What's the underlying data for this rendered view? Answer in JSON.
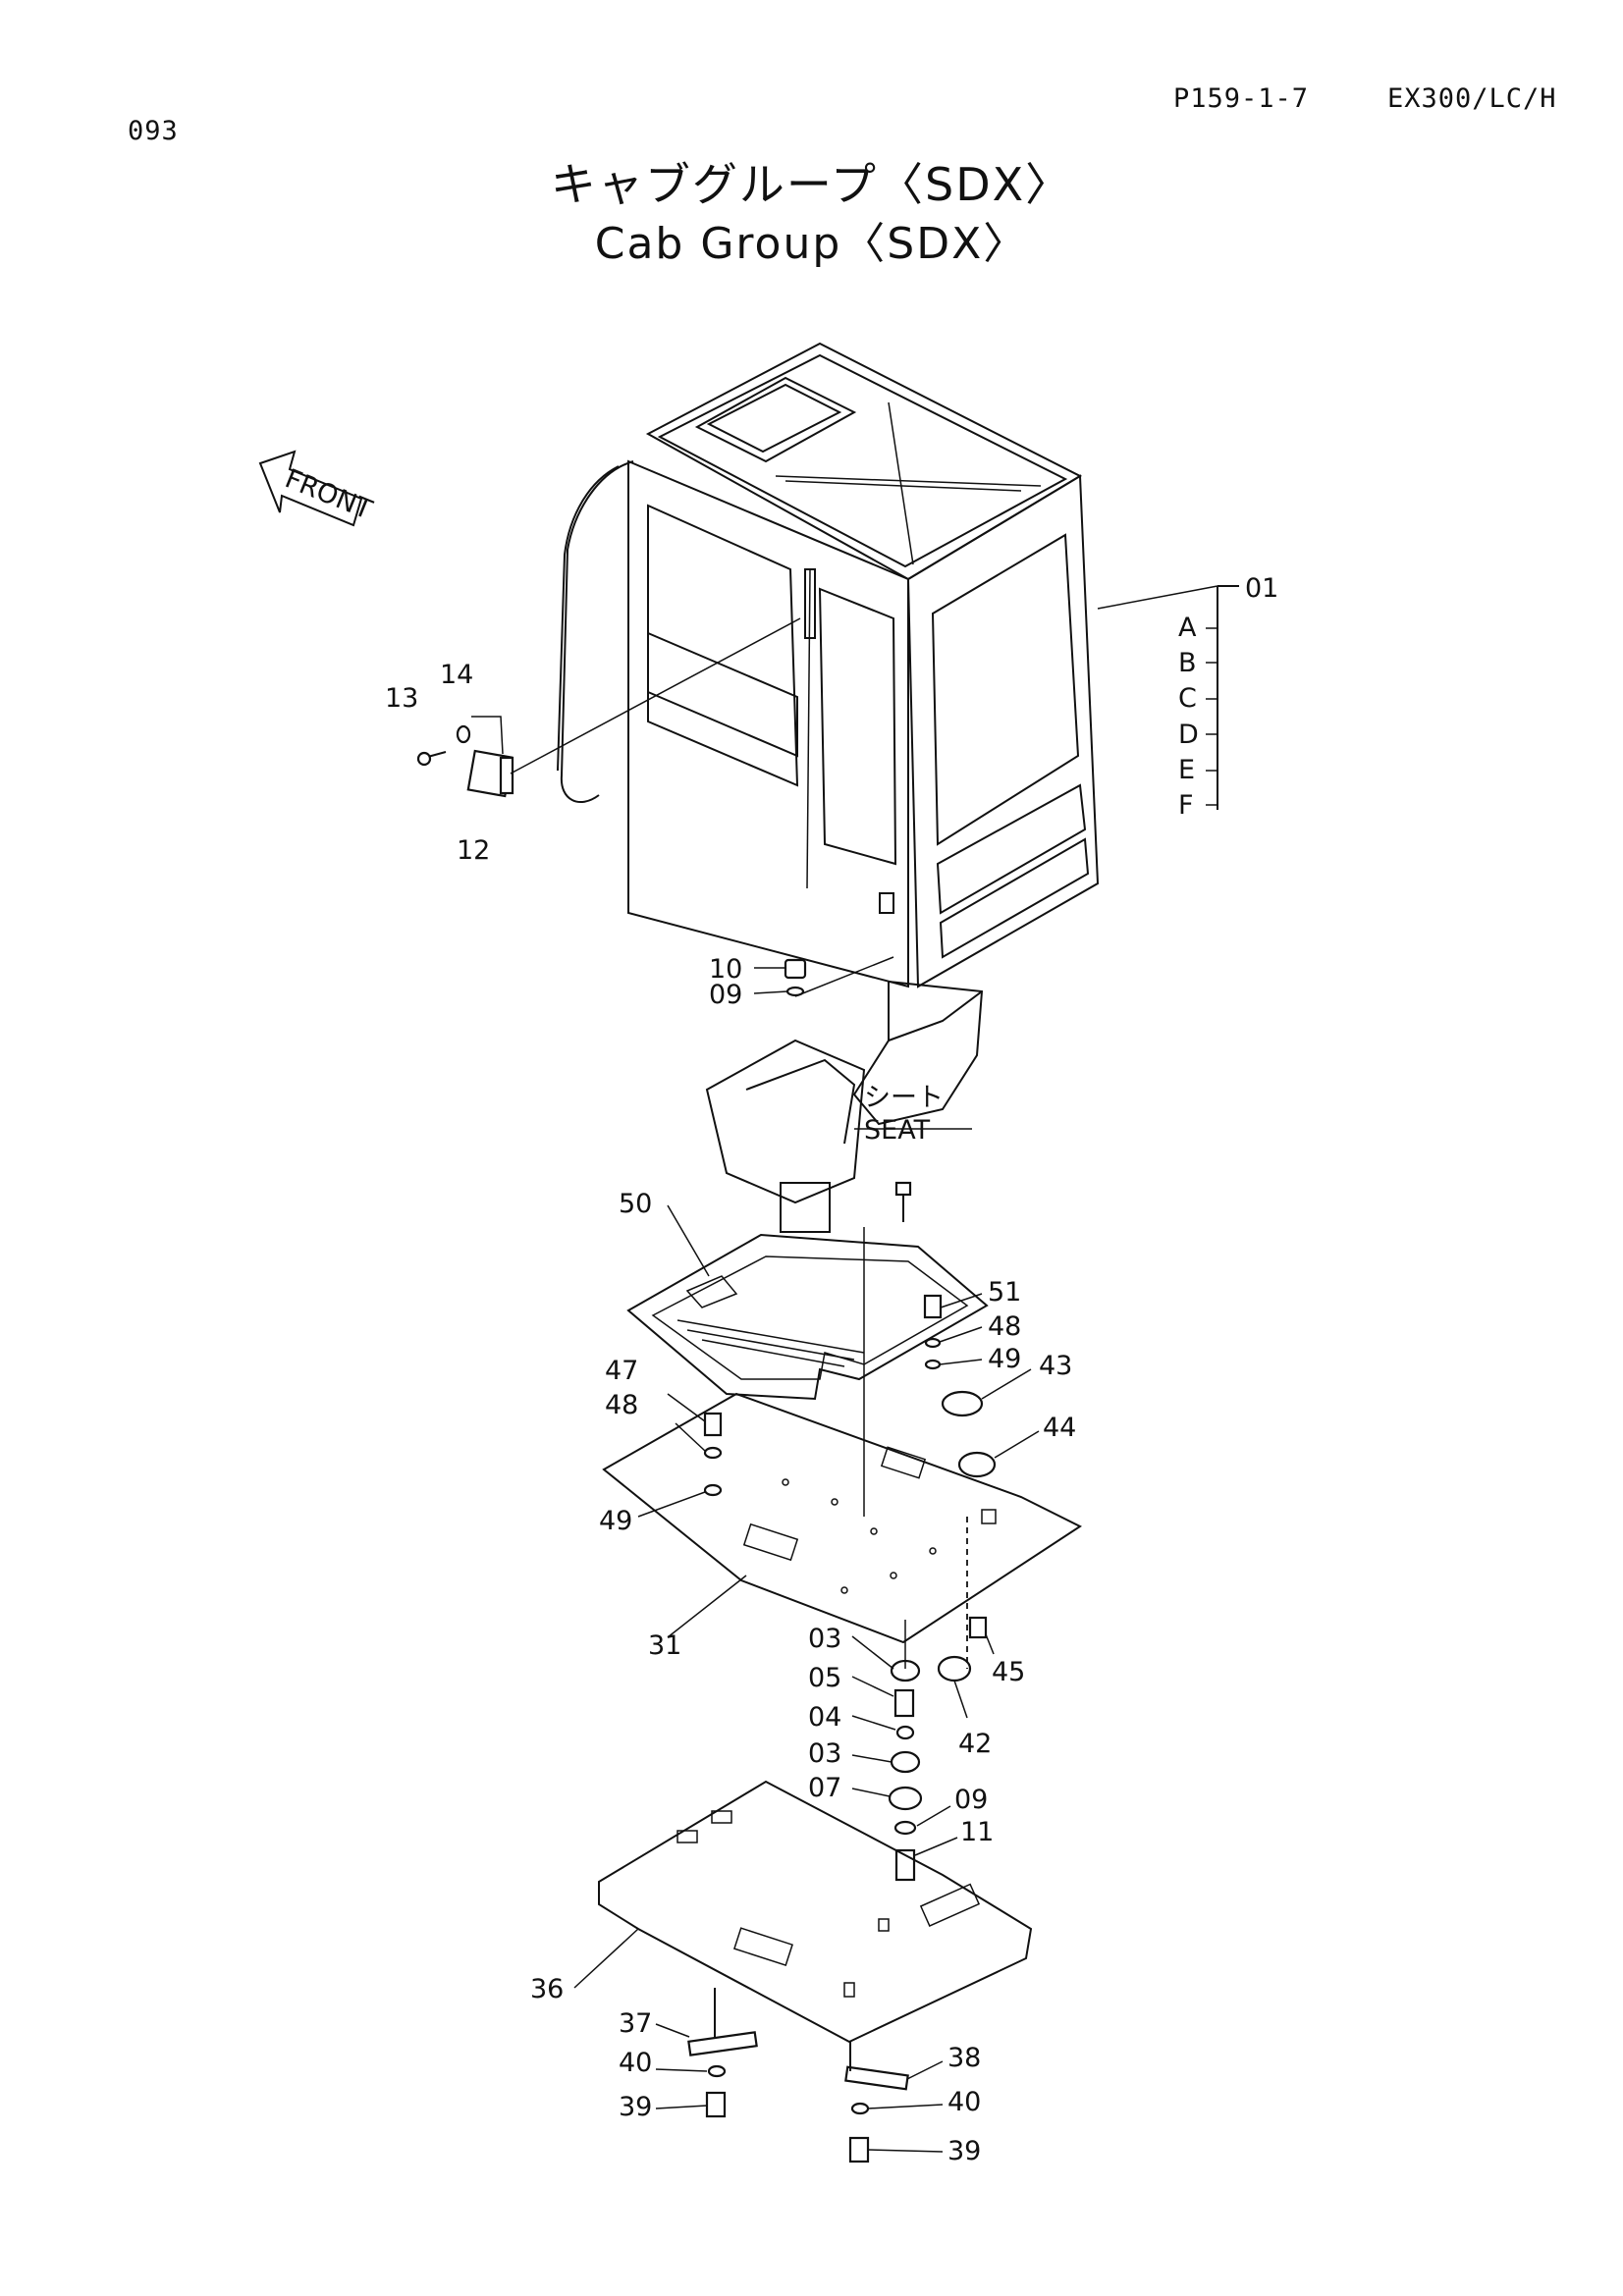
{
  "header": {
    "page_number": "093",
    "doc_code": "P159-1-7",
    "model": "EX300/LC/H"
  },
  "title": {
    "japanese": "キャブグループ〈SDX〉",
    "english": "Cab Group〈SDX〉"
  },
  "icons": {
    "front_arrow": "front-direction-arrow-icon"
  },
  "labels": {
    "front": "FRONT",
    "seat_jp": "シート",
    "seat_en": "SEAT"
  },
  "callouts": {
    "c01": "01",
    "cA": "A",
    "cB": "B",
    "cC": "C",
    "cD": "D",
    "cE": "E",
    "cF": "F",
    "c13": "13",
    "c14": "14",
    "c12": "12",
    "c10": "10",
    "c09a": "09",
    "c50": "50",
    "c51": "51",
    "c48a": "48",
    "c49a": "49",
    "c43": "43",
    "c44": "44",
    "c47": "47",
    "c48b": "48",
    "c49b": "49",
    "c31": "31",
    "c03a": "03",
    "c05": "05",
    "c04": "04",
    "c03b": "03",
    "c07": "07",
    "c09b": "09",
    "c11": "11",
    "c45": "45",
    "c42": "42",
    "c36": "36",
    "c37": "37",
    "c40a": "40",
    "c39a": "39",
    "c38": "38",
    "c40b": "40",
    "c39b": "39"
  }
}
